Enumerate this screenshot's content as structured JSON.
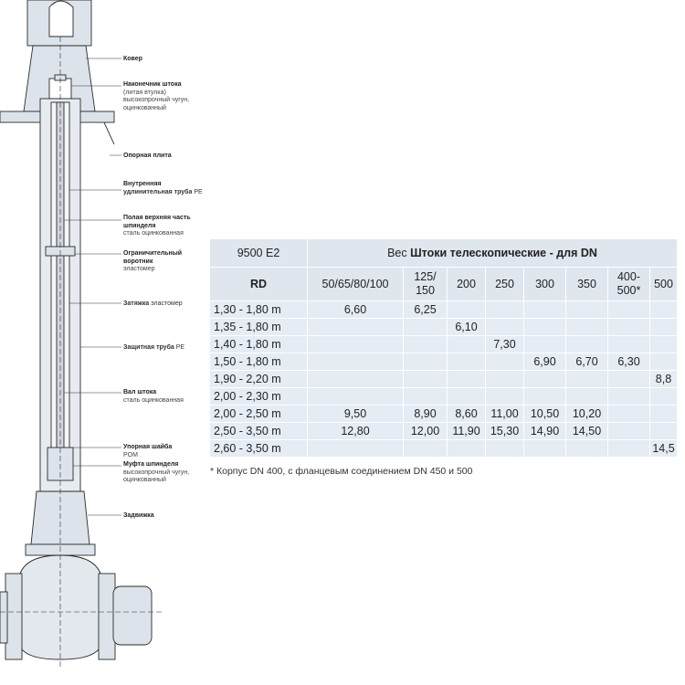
{
  "labels": [
    {
      "key": "kover",
      "bold": "Ковер",
      "sub": []
    },
    {
      "key": "nakonechnik",
      "bold": "Наконечник штока",
      "sub": [
        "(литая втулка)",
        "высокопрочный чугун,",
        "оцинкованный"
      ]
    },
    {
      "key": "opornaya",
      "bold": "Опорная плита",
      "sub": []
    },
    {
      "key": "vnutrennyaya",
      "bold": "Внутренняя",
      "bold2": "удлинительная труба",
      "suffix": " PE",
      "sub": []
    },
    {
      "key": "polaya",
      "bold": "Полая верхняя часть",
      "bold2": "шпинделя",
      "sub": [
        "сталь оцинкованная"
      ]
    },
    {
      "key": "ogranichitelny",
      "bold": "Ограничительный",
      "bold2": "воротник",
      "sub": [
        "эластомер"
      ]
    },
    {
      "key": "zatyazhka",
      "bold": "Затяжка",
      "suffix": " эластомер",
      "sub": []
    },
    {
      "key": "zaschitnaya",
      "bold": "Защитная труба",
      "suffix": " PE",
      "sub": []
    },
    {
      "key": "val",
      "bold": "Вал штока",
      "sub": [
        "сталь оцинкованная"
      ]
    },
    {
      "key": "upornaya",
      "bold": "Упорная шайба",
      "sub": [
        "POM"
      ]
    },
    {
      "key": "mufta",
      "bold": "Муфта шпинделя",
      "sub": [
        "высокопрочный чугун,",
        "оцинкованный"
      ]
    },
    {
      "key": "zadvizhka",
      "bold": "Задвижка",
      "sub": []
    }
  ],
  "table": {
    "model": "9500 E2",
    "title_prefix": "Вес ",
    "title_bold": "Штоки телескопические - для DN",
    "rd_header": "RD",
    "dn_headers": [
      [
        "50/65/80/100"
      ],
      [
        "125/",
        "150"
      ],
      [
        "200"
      ],
      [
        "250"
      ],
      [
        "300"
      ],
      [
        "350"
      ],
      [
        "400-",
        "500*"
      ],
      [
        "500"
      ]
    ],
    "rows": [
      {
        "rd": "1,30 - 1,80 m",
        "cells": [
          "6,60",
          "6,25",
          "",
          "",
          "",
          "",
          "",
          ""
        ]
      },
      {
        "rd": "1,35 - 1,80 m",
        "cells": [
          "",
          "",
          "6,10",
          "",
          "",
          "",
          "",
          ""
        ]
      },
      {
        "rd": "1,40 - 1,80 m",
        "cells": [
          "",
          "",
          "",
          "7,30",
          "",
          "",
          "",
          ""
        ]
      },
      {
        "rd": "1,50 - 1,80 m",
        "cells": [
          "",
          "",
          "",
          "",
          "6,90",
          "6,70",
          "6,30",
          ""
        ]
      },
      {
        "rd": "1,90 - 2,20 m",
        "cells": [
          "",
          "",
          "",
          "",
          "",
          "",
          "",
          "8,8"
        ]
      },
      {
        "rd": "2,00 - 2,30 m",
        "cells": [
          "",
          "",
          "",
          "",
          "",
          "",
          "",
          ""
        ]
      },
      {
        "rd": "2,00 - 2,50 m",
        "cells": [
          "9,50",
          "8,90",
          "8,60",
          "11,00",
          "10,50",
          "10,20",
          "",
          ""
        ]
      },
      {
        "rd": "2,50 - 3,50 m",
        "cells": [
          "12,80",
          "12,00",
          "11,90",
          "15,30",
          "14,90",
          "14,50",
          "",
          ""
        ]
      },
      {
        "rd": "2,60 - 3,50 m",
        "cells": [
          "",
          "",
          "",
          "",
          "",
          "",
          "",
          "14,5"
        ]
      }
    ]
  },
  "footnote": "* Корпус DN 400, с фланцевым соединением DN 450 и 500",
  "colors": {
    "header_bg": "#dfe6ee",
    "row_bg": "#e5ecf3",
    "drawing_fill": "#dde3ea",
    "line": "#2a2a2a"
  }
}
